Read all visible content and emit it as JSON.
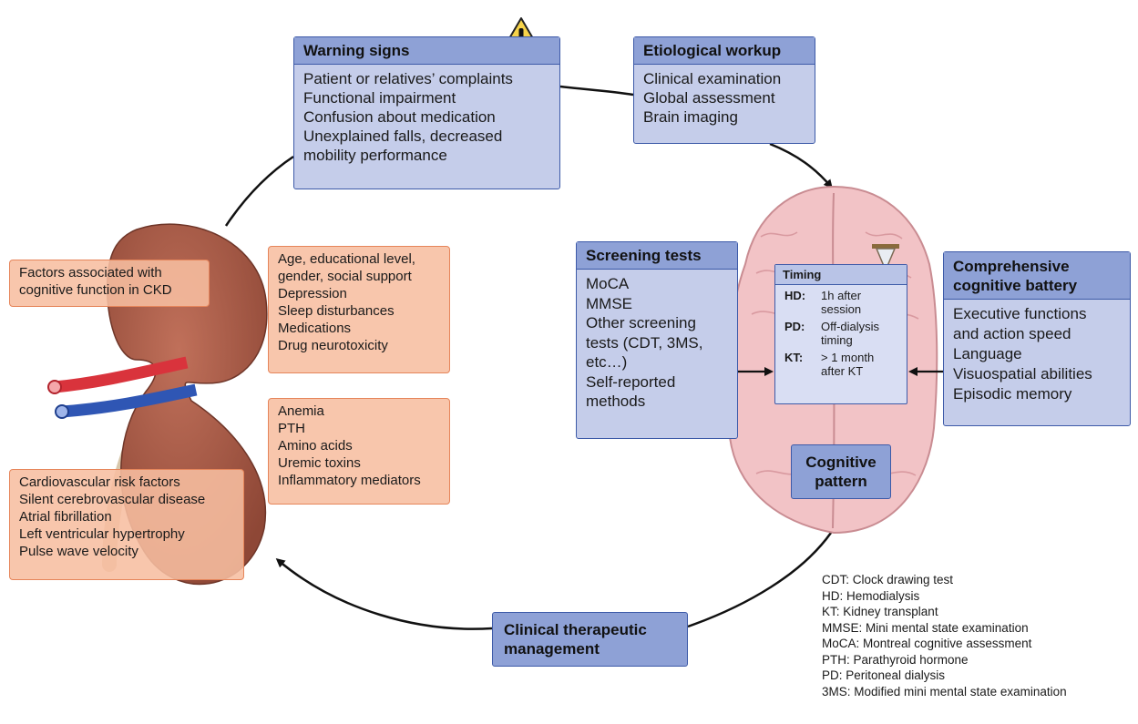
{
  "warning": {
    "title": "Warning signs",
    "items": [
      "Patient or relatives’ complaints",
      "Functional impairment",
      "Confusion about medication",
      "Unexplained falls, decreased",
      "mobility performance"
    ]
  },
  "etiological": {
    "title": "Etiological workup",
    "items": [
      "Clinical examination",
      "Global assessment",
      "Brain imaging"
    ]
  },
  "screening": {
    "title": "Screening tests",
    "items": [
      "MoCA",
      "MMSE",
      "Other screening",
      "tests (CDT, 3MS,",
      "etc…)",
      "Self-reported",
      "methods"
    ]
  },
  "timing": {
    "title": "Timing",
    "rows": [
      {
        "key": "HD:",
        "lines": [
          "1h after",
          "session"
        ]
      },
      {
        "key": "PD:",
        "lines": [
          "Off-dialysis",
          "timing"
        ]
      },
      {
        "key": "KT:",
        "lines": [
          "> 1 month",
          "after KT"
        ]
      }
    ]
  },
  "battery": {
    "title_lines": [
      "Comprehensive",
      "cognitive battery"
    ],
    "items": [
      "Executive functions",
      "and action speed",
      "Language",
      "Visuospatial abilities",
      "Episodic memory"
    ]
  },
  "cognitive_pattern": [
    "Cognitive",
    "pattern"
  ],
  "clinical_management": [
    "Clinical therapeutic",
    "management"
  ],
  "factors_title": [
    "Factors associated with",
    "cognitive function in CKD"
  ],
  "factors_group1": [
    "Age, educational level,",
    "gender, social support",
    "Depression",
    "Sleep disturbances",
    "Medications",
    "Drug neurotoxicity"
  ],
  "factors_group2": [
    "Anemia",
    "PTH",
    "Amino acids",
    "Uremic toxins",
    "Inflammatory mediators"
  ],
  "factors_group3": [
    "Cardiovascular risk factors",
    "Silent cerebrovascular disease",
    "Atrial fibrillation",
    "Left ventricular hypertrophy",
    "Pulse wave velocity"
  ],
  "abbreviations": [
    "CDT: Clock drawing test",
    "HD: Hemodialysis",
    "KT: Kidney transplant",
    "MMSE: Mini mental state examination",
    "MoCA: Montreal cognitive assessment",
    "PTH: Parathyroid hormone",
    "PD: Peritoneal dialysis",
    "3MS: Modified mini mental state examination"
  ],
  "icons": {
    "warning": "warning-triangle-icon",
    "timing": "hourglass-icon"
  },
  "colors": {
    "box_fill": "#c5cdea",
    "box_header": "#8ea1d6",
    "box_border": "#3d5aa8",
    "factor_fill": "#f7bea0",
    "factor_border": "#e6855a",
    "kidney": "#a85a45",
    "brain": "#f2c3c6"
  }
}
